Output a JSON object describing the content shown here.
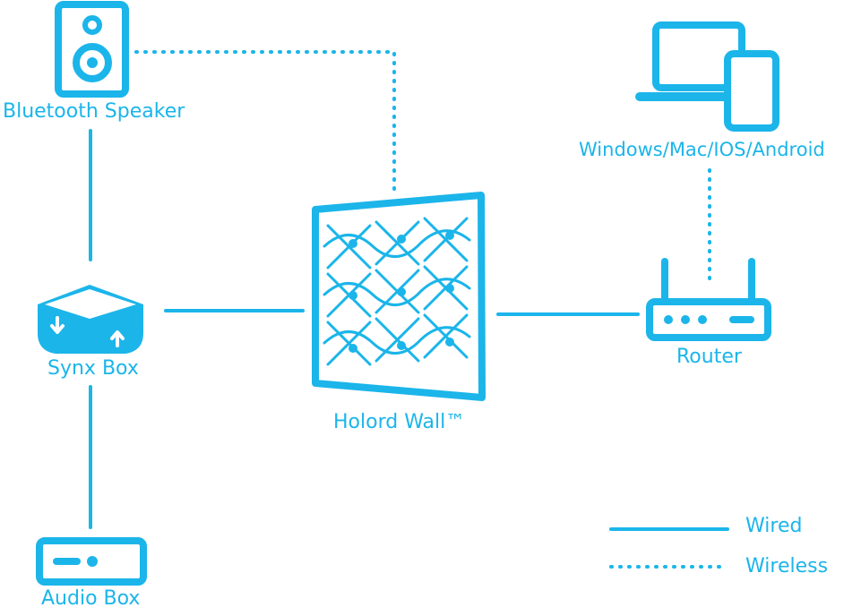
{
  "colors": {
    "accent": "#1BB5EA",
    "background": "#FFFFFF"
  },
  "nodes": {
    "speaker": {
      "label": "Bluetooth Speaker",
      "icon": "speaker-icon"
    },
    "synx": {
      "label": "Synx Box",
      "icon": "synx-box-icon"
    },
    "audio": {
      "label": "Audio Box",
      "icon": "audio-box-icon"
    },
    "wall": {
      "label": "Holord Wall™",
      "icon": "holord-wall-icon"
    },
    "devices": {
      "label": "Windows/Mac/IOS/Android",
      "icon": "laptop-phone-icon"
    },
    "router": {
      "label": "Router",
      "icon": "router-icon"
    }
  },
  "legend": {
    "wired": "Wired",
    "wireless": "Wireless"
  }
}
